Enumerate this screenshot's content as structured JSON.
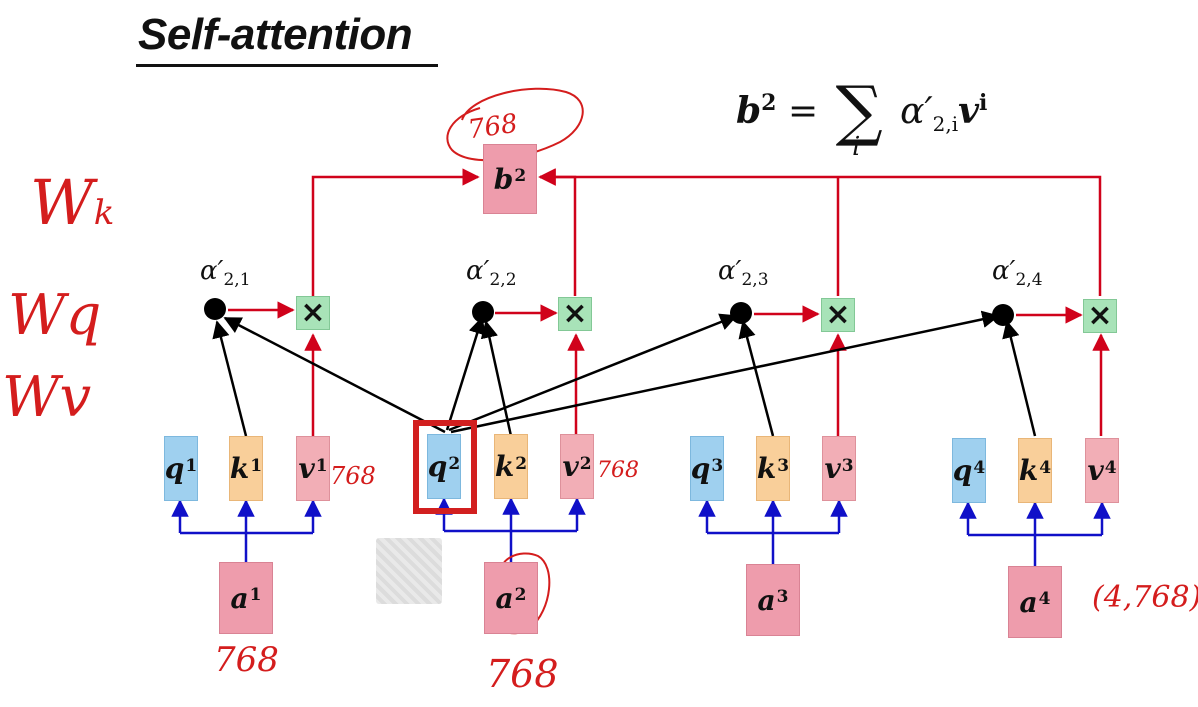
{
  "title": "Self-attention",
  "formula": {
    "lhs_symbol": "b",
    "lhs_sup": "2",
    "equals": "=",
    "sigma": "∑",
    "sum_index": "i",
    "alpha": "α′",
    "alpha_sub": "2,i",
    "rhs_symbol": "v",
    "rhs_sup": "i"
  },
  "output_box": {
    "symbol": "b",
    "sup": "2"
  },
  "alpha_labels": [
    {
      "symbol": "α′",
      "sub": "2,1"
    },
    {
      "symbol": "α′",
      "sub": "2,2"
    },
    {
      "symbol": "α′",
      "sub": "2,3"
    },
    {
      "symbol": "α′",
      "sub": "2,4"
    }
  ],
  "multiply_symbol": "×",
  "tokens": [
    {
      "q": "q",
      "k": "k",
      "v": "v",
      "a": "a",
      "sup": "1"
    },
    {
      "q": "q",
      "k": "k",
      "v": "v",
      "a": "a",
      "sup": "2"
    },
    {
      "q": "q",
      "k": "k",
      "v": "v",
      "a": "a",
      "sup": "3"
    },
    {
      "q": "q",
      "k": "k",
      "v": "v",
      "a": "a",
      "sup": "4"
    }
  ],
  "handwritten": {
    "w_k": "W",
    "w_k_sub": "k",
    "w_q": "Wq",
    "w_v": "Wv",
    "dim_b": "768",
    "dim_v1": "768",
    "dim_v2": "768",
    "dim_a1": "768",
    "dim_a2": "768",
    "shape_a4": "(4,768)"
  },
  "colors": {
    "query": "#9fd0ef",
    "key": "#f9cf9a",
    "value": "#f2aeb6",
    "input": "#ee9cac",
    "multiply": "#a8e3b8",
    "red_arrow": "#d0021b",
    "blue_arrow": "#1010c8",
    "highlight": "#d21f1f"
  },
  "icons": {
    "screenshot_tool": "scan-icon"
  }
}
